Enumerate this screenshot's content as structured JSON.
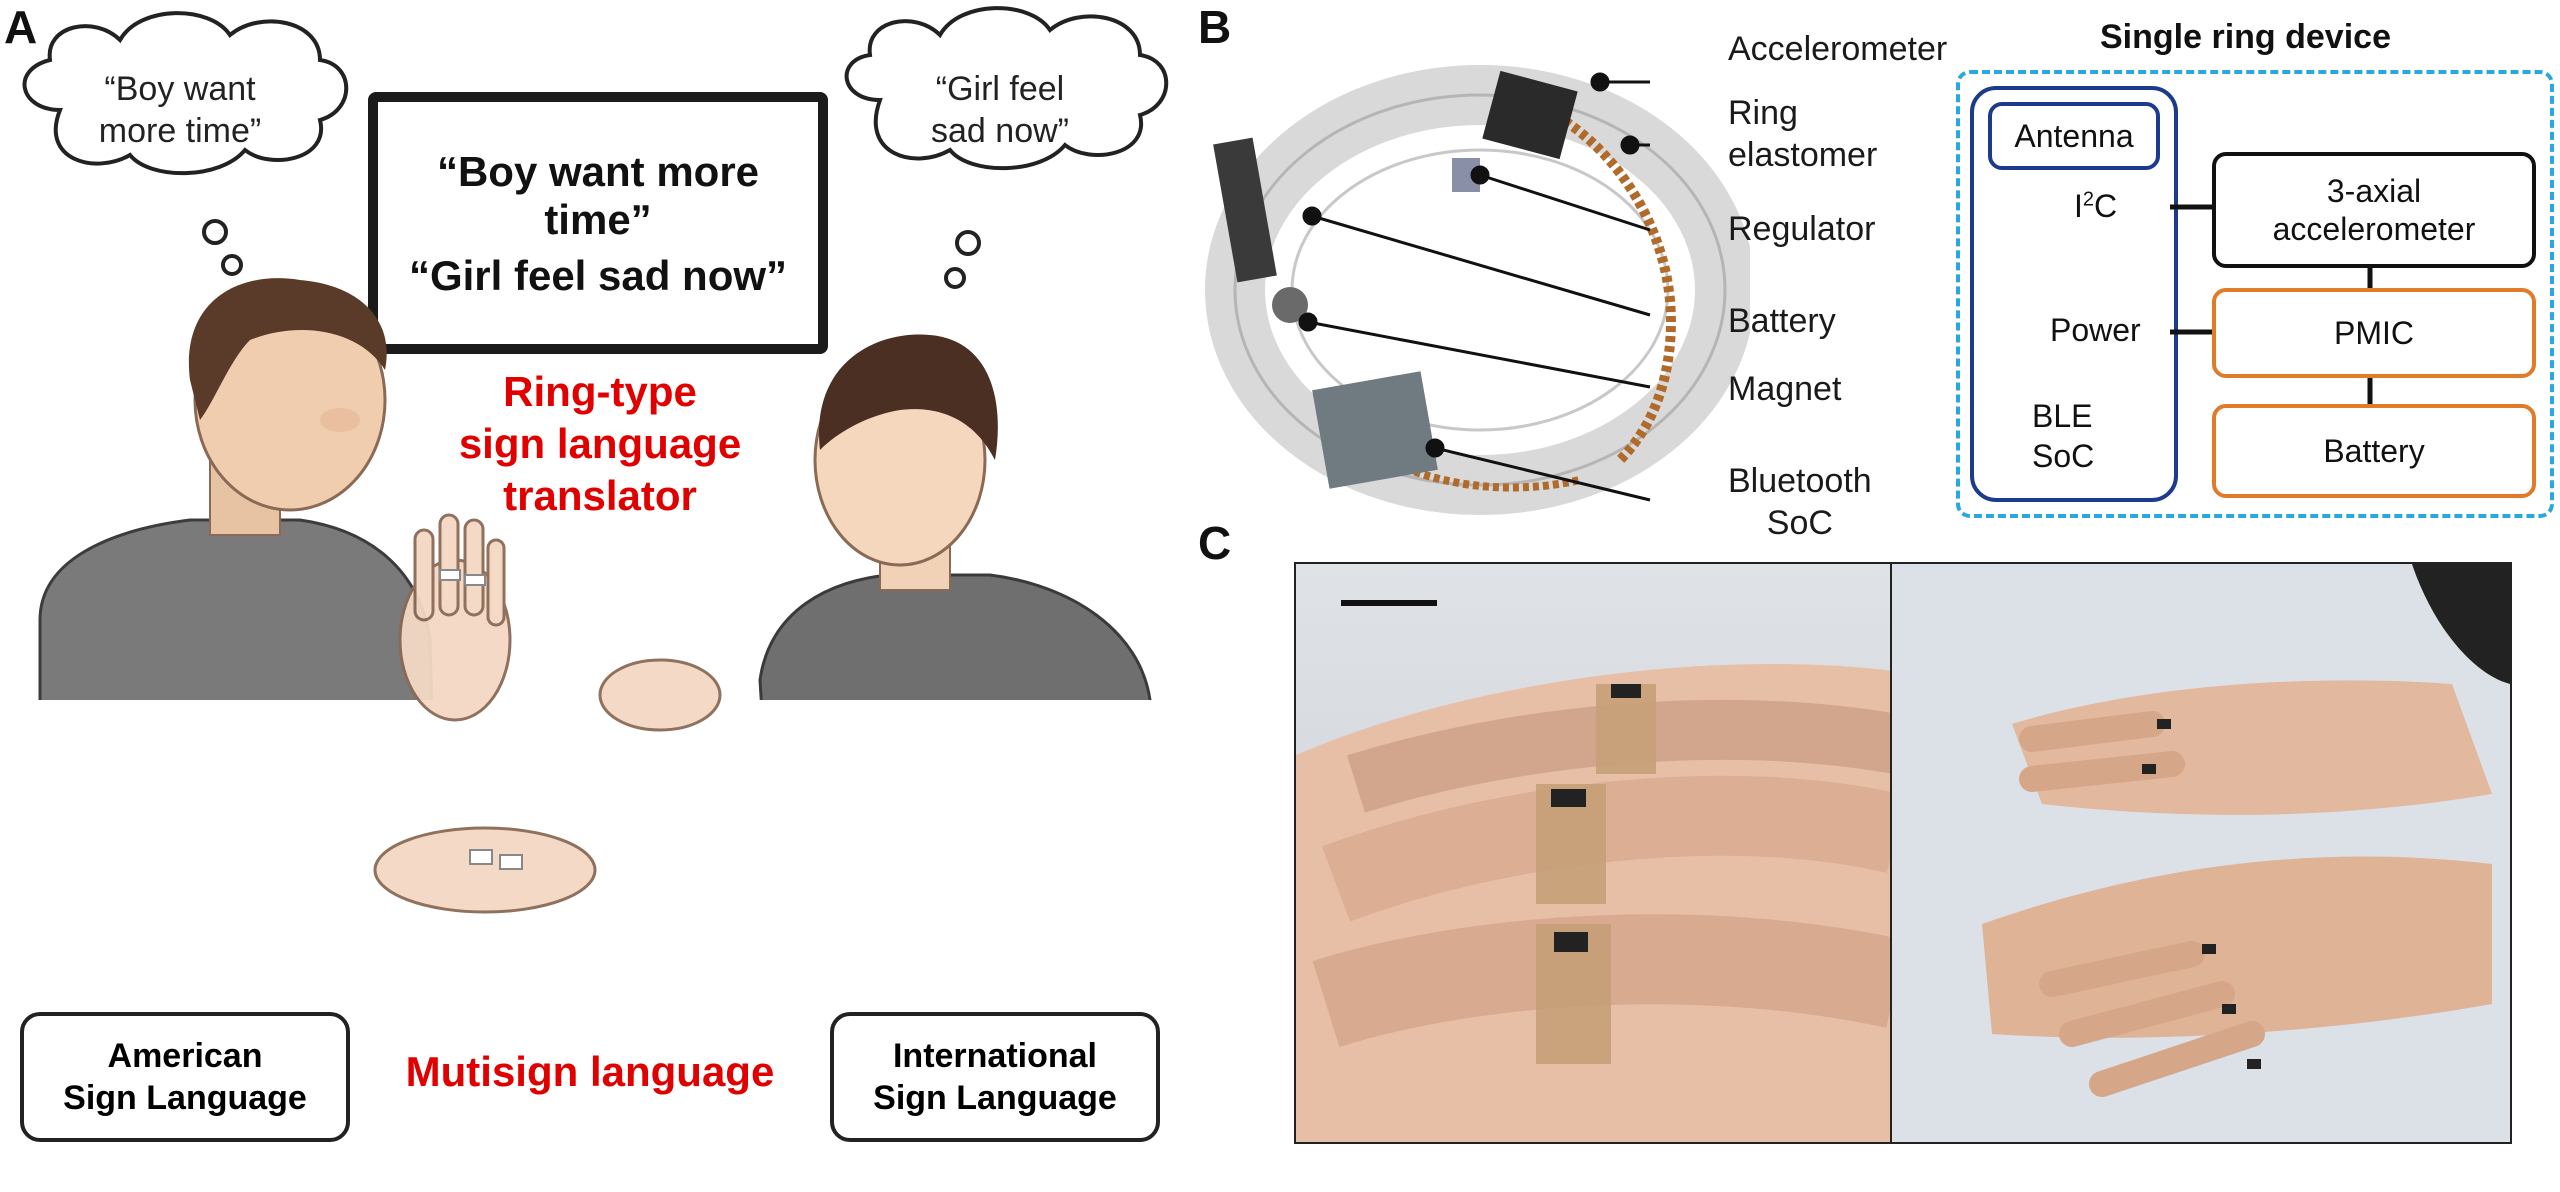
{
  "panels": {
    "a": "A",
    "b": "B",
    "c": "C"
  },
  "panel_a": {
    "bubble_left": [
      "“Boy want",
      "more time”"
    ],
    "bubble_right": [
      "“Girl feel",
      "sad now”"
    ],
    "screen_lines": [
      "“Boy want more time”",
      "“Girl feel sad now”"
    ],
    "title_lines": [
      "Ring-type",
      "sign language",
      "translator"
    ],
    "footer": "Mutisign language",
    "label_left": [
      "American",
      "Sign Language"
    ],
    "label_right": [
      "International",
      "Sign Language"
    ]
  },
  "panel_b": {
    "callouts": {
      "accelerometer": "Accelerometer",
      "ring_elastomer": [
        "Ring",
        "elastomer"
      ],
      "regulator": "Regulator",
      "battery": "Battery",
      "magnet": "Magnet",
      "bluetooth": [
        "Bluetooth",
        "SoC"
      ]
    },
    "diagram": {
      "title": "Single ring device",
      "antenna": "Antenna",
      "i2c_prefix": "I",
      "i2c_sup": "2",
      "i2c_suffix": "C",
      "power": "Power",
      "ble": [
        "BLE",
        "SoC"
      ],
      "accelerometer": [
        "3-axial",
        "accelerometer"
      ],
      "pmic": "PMIC",
      "battery": "Battery"
    },
    "colors": {
      "dashed_border": "#29a8e0",
      "soc_border": "#1c3b8c",
      "orange_border": "#e07b2a",
      "black_border": "#111111"
    }
  }
}
